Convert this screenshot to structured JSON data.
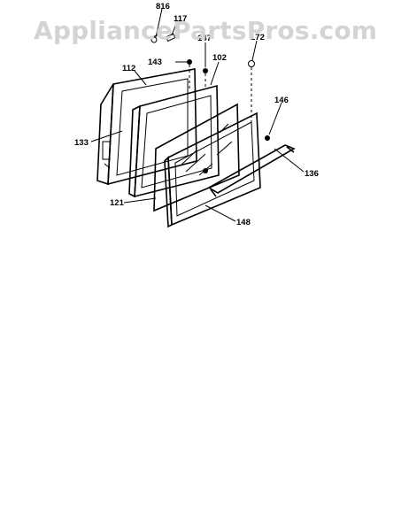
{
  "watermark": "AppliancePartsPros.com",
  "parts": {
    "p816": "816",
    "p117": "117",
    "p147": "147",
    "p143": "143",
    "p172": "172",
    "p112": "112",
    "p102": "102",
    "p146": "146",
    "p133": "133",
    "p136": "136",
    "p121": "121",
    "p148": "148"
  }
}
